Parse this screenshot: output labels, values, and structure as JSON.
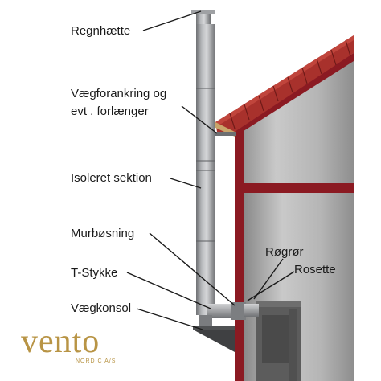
{
  "labels": {
    "regnhaette": "Regnhætte",
    "vaegforankring_line1": "Vægforankring og",
    "vaegforankring_line2": "evt . forlænger",
    "isoleret": "Isoleret sektion",
    "murbosning": "Murbøsning",
    "tstykke": "T-Stykke",
    "vaegkonsol": "Vægkonsol",
    "rogror": "Røgrør",
    "rosette": "Rosette"
  },
  "brand": {
    "name": "vento",
    "sub": "NORDIC A/S"
  },
  "colors": {
    "wall_frame": "#8b1a22",
    "roof_tile": "#a8312c",
    "wall_gray": "#9a9a9a",
    "chimney_gray": "#8f9194",
    "stove": "#5c5c5c",
    "brand": "#b89445",
    "text": "#1a1a1a"
  }
}
